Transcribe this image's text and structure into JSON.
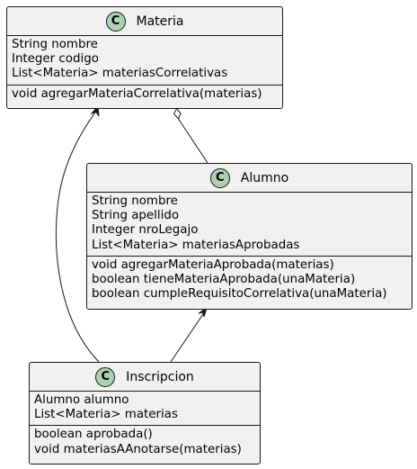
{
  "classes": {
    "materia": {
      "stereotype": "C",
      "name": "Materia",
      "fields": [
        "String nombre",
        "Integer codigo",
        "List<Materia> materiasCorrelativas"
      ],
      "methods": [
        "void agregarMateriaCorrelativa(materias)"
      ]
    },
    "alumno": {
      "stereotype": "C",
      "name": "Alumno",
      "fields": [
        "String nombre",
        "String apellido",
        "Integer nroLegajo",
        "List<Materia> materiasAprobadas"
      ],
      "methods": [
        "void agregarMateriaAprobada(materias)",
        "boolean tieneMateriaAprobada(unaMateria)",
        "boolean cumpleRequisitoCorrelativa(unaMateria)"
      ]
    },
    "inscripcion": {
      "stereotype": "C",
      "name": "Inscripcion",
      "fields": [
        "Alumno alumno",
        "List<Materia> materias"
      ],
      "methods": [
        "boolean aprobada()",
        "void materiasAAnotarse(materias)"
      ]
    }
  },
  "relations": [
    {
      "from": "materia",
      "to": "alumno",
      "type": "aggregation"
    },
    {
      "from": "inscripcion",
      "to": "materia",
      "type": "association-arrow"
    },
    {
      "from": "inscripcion",
      "to": "alumno",
      "type": "association-arrow"
    }
  ],
  "colors": {
    "box_fill": "#f1f1f1",
    "border": "#181818",
    "stereotype_fill": "#add1b2"
  }
}
